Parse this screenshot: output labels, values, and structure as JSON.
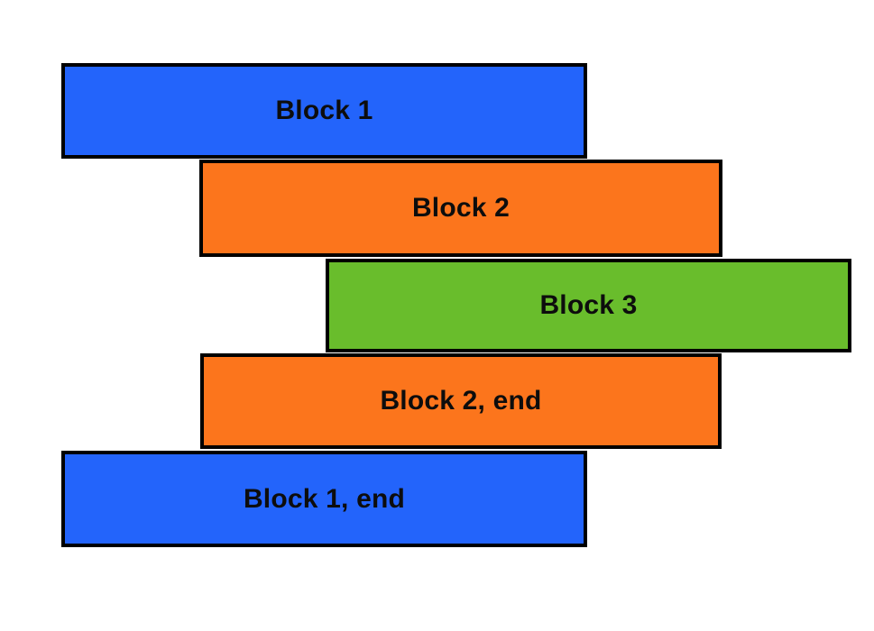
{
  "page": {
    "background_color": "#ffffff",
    "border_color": "#000000",
    "text_color": "#0d0d0d"
  },
  "colors": {
    "blue": "#2364fb",
    "orange": "#fc751c",
    "green": "#69bd2c"
  },
  "blocks": [
    {
      "label": "Block 1",
      "color": "#2364fb"
    },
    {
      "label": "Block 2",
      "color": "#fc751c"
    },
    {
      "label": "Block 3",
      "color": "#69bd2c"
    },
    {
      "label": "Block 2, end",
      "color": "#fc751c"
    },
    {
      "label": "Block 1, end",
      "color": "#2364fb"
    }
  ]
}
